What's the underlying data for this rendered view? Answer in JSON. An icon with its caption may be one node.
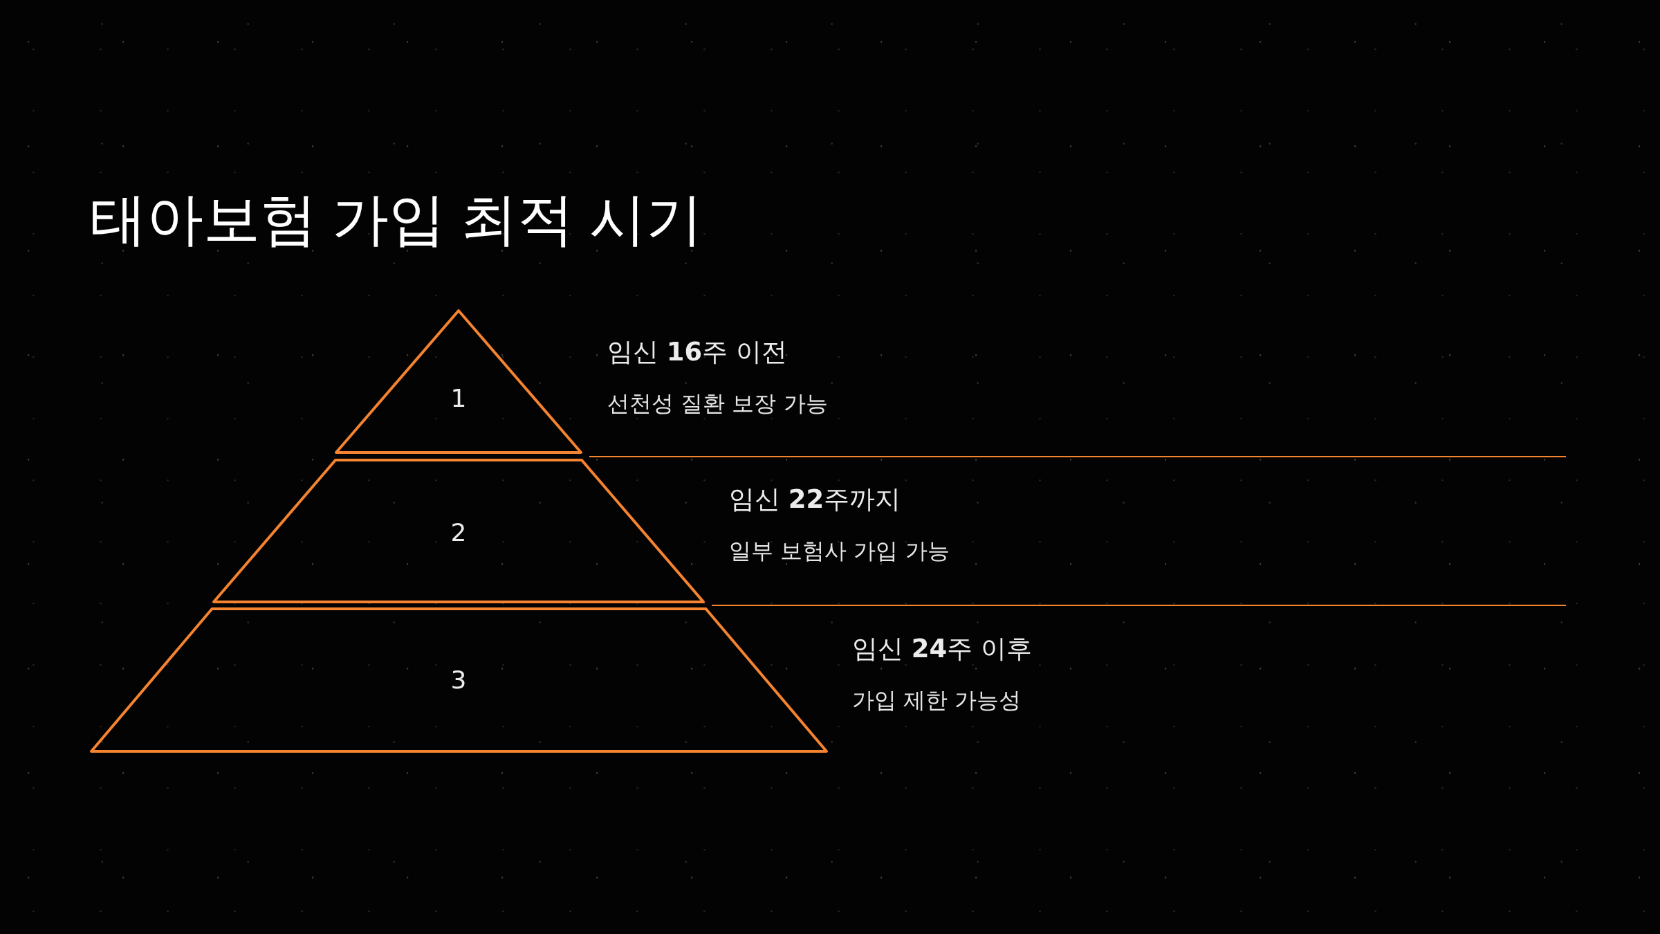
{
  "diagram": {
    "title": "태아보험 가입 최적 시기",
    "nodes": [
      {
        "text": [
          "1"
        ],
        "beside": [
          "임신 **16**주 이전",
          "선천성 질환 보장 가능"
        ]
      },
      {
        "text": [
          "2"
        ],
        "beside": [
          "임신 **22**주까지",
          "일부 보험사 가입 가능"
        ]
      },
      {
        "text": [
          "3"
        ],
        "beside": [
          "임신 **24**주 이후",
          "가입 제한 가능성"
        ]
      }
    ]
  }
}
